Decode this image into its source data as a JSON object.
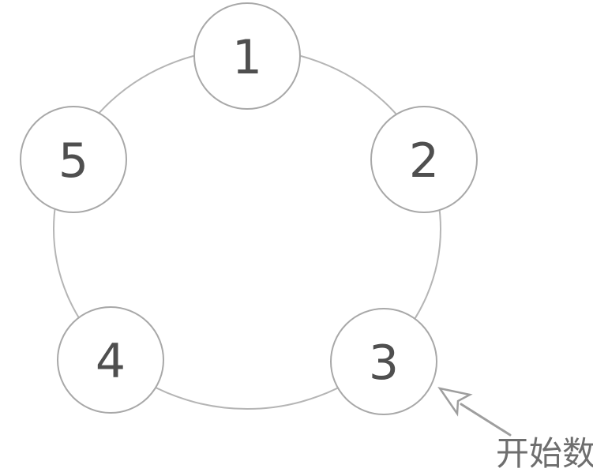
{
  "figure": {
    "type": "circular-counting-diagram",
    "nodes": [
      {
        "label": "1"
      },
      {
        "label": "2"
      },
      {
        "label": "3"
      },
      {
        "label": "4"
      },
      {
        "label": "5"
      }
    ],
    "annotation": {
      "label": "开始数",
      "points_to_node": "3"
    }
  },
  "colors": {
    "background": "#ffffff",
    "ring_stroke": "#b5b5b5",
    "node_stroke": "#a8a8a8",
    "node_fill": "#ffffff",
    "node_number": "#4f4f4f",
    "arrow": "#9e9e9e",
    "annotation_text": "#6e6e6e"
  }
}
